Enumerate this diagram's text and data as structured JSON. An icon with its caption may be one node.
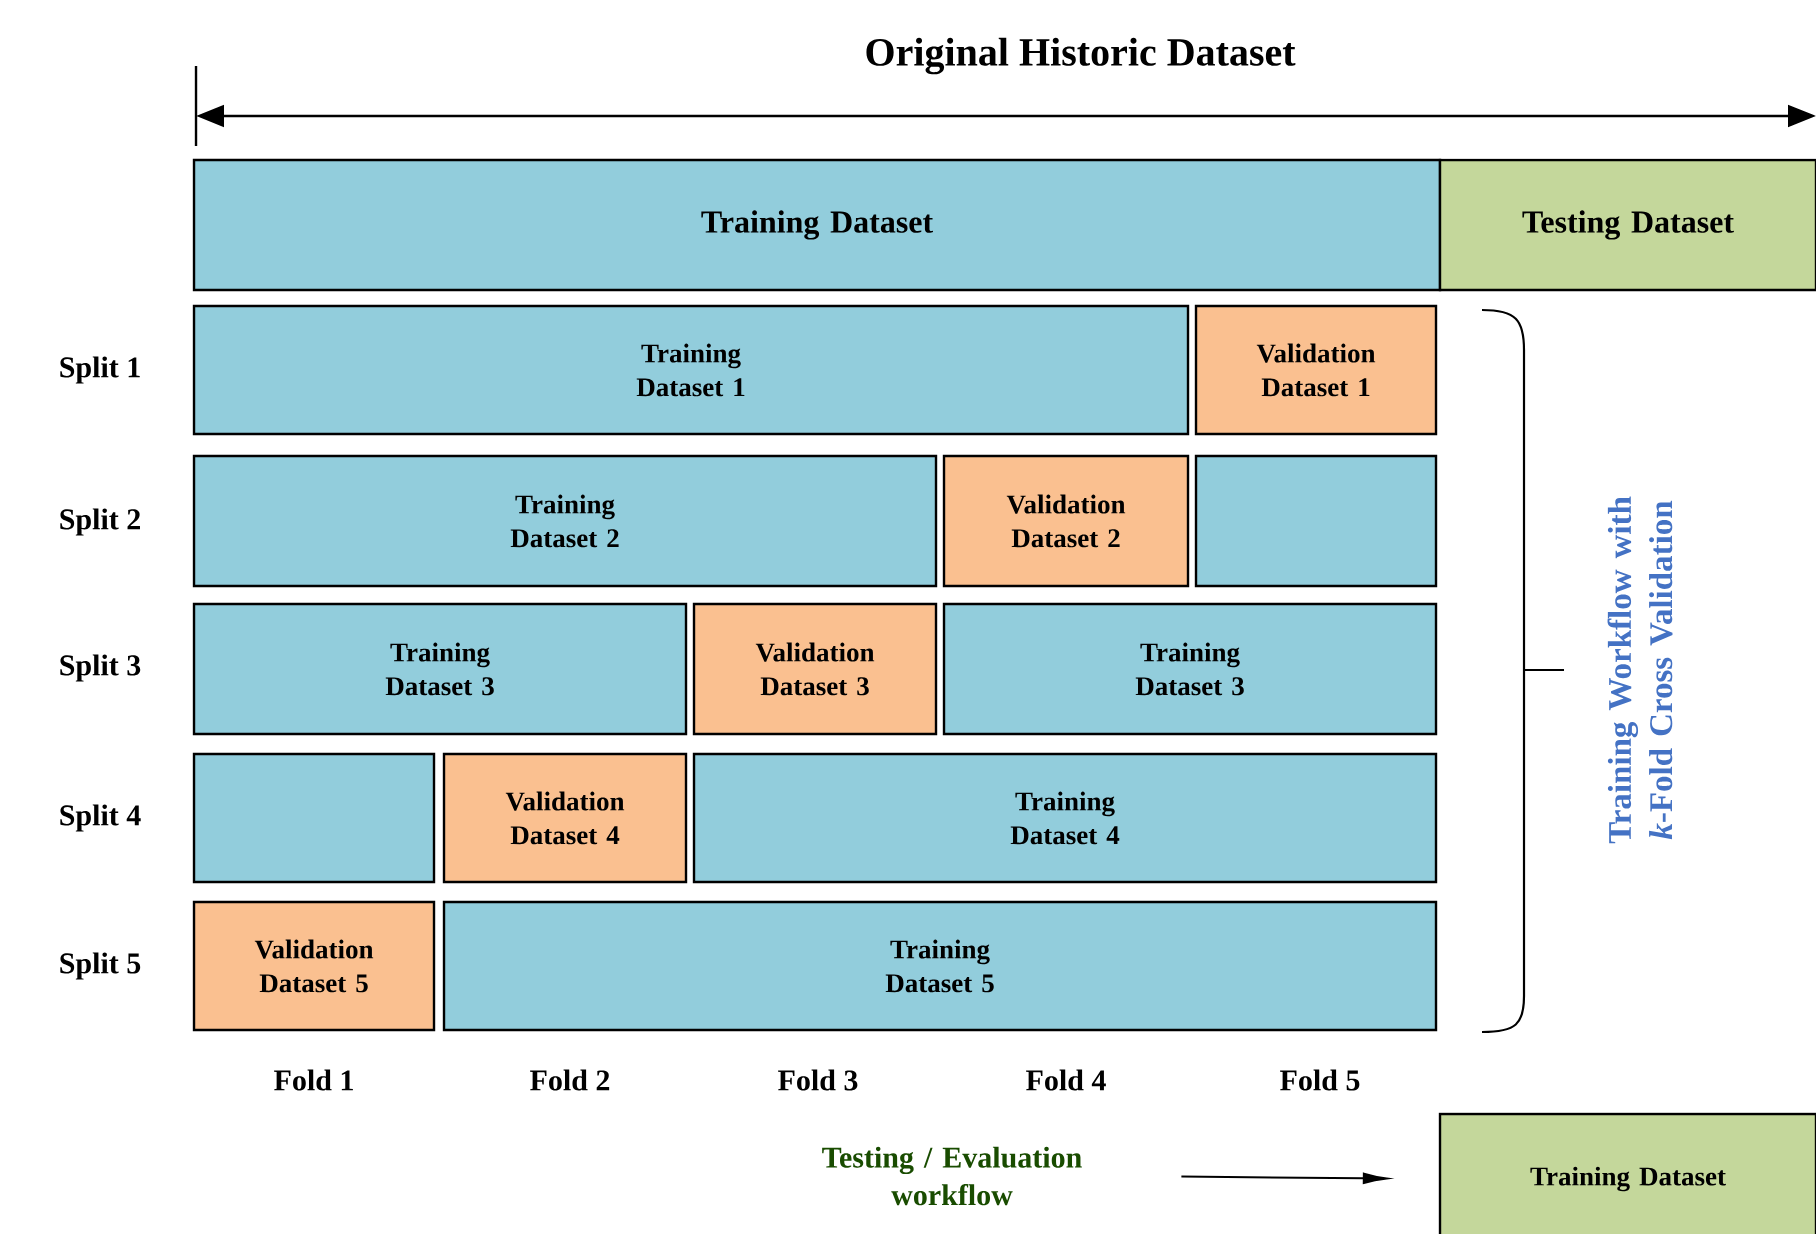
{
  "diagram": {
    "title": "Original Historic Dataset",
    "nodes": [
      {
        "text": [
          "Training Dataset"
        ]
      },
      {
        "text": [
          "Testing Dataset"
        ]
      },
      {
        "text": [
          "Training Dataset 1"
        ]
      },
      {
        "text": [
          "Validation Dataset 1"
        ]
      },
      {
        "text": [
          "Training Dataset 2"
        ]
      },
      {
        "text": [
          "Validation Dataset 2"
        ]
      },
      {
        "text": [],
        "shape": "box"
      },
      {
        "text": [
          "Training Dataset 3"
        ]
      },
      {
        "text": [
          "Validation Dataset 3"
        ]
      },
      {
        "text": [
          "Training Dataset 3"
        ]
      },
      {
        "text": [],
        "shape": "box"
      },
      {
        "text": [
          "Validation Dataset 4"
        ]
      },
      {
        "text": [
          "Training Dataset 4"
        ]
      },
      {
        "text": [
          "Validation Dataset 5"
        ]
      },
      {
        "text": [
          "Training Dataset 5"
        ]
      },
      {
        "text": [
          "Testing / Evaluation workflow"
        ]
      },
      {
        "text": [
          "Training Dataset"
        ]
      }
    ],
    "edges": [
      {
        "from": 15,
        "to": 16,
        "arrow": "to"
      }
    ],
    "labels": [
      "Split 1",
      "Split 2",
      "Split 3",
      "Split 4",
      "Split 5",
      "Training Workflow with *k*-Fold Cross Validation",
      "Fold 1",
      "Fold 2",
      "Fold 3",
      "Fold 4",
      "Fold 5"
    ]
  }
}
